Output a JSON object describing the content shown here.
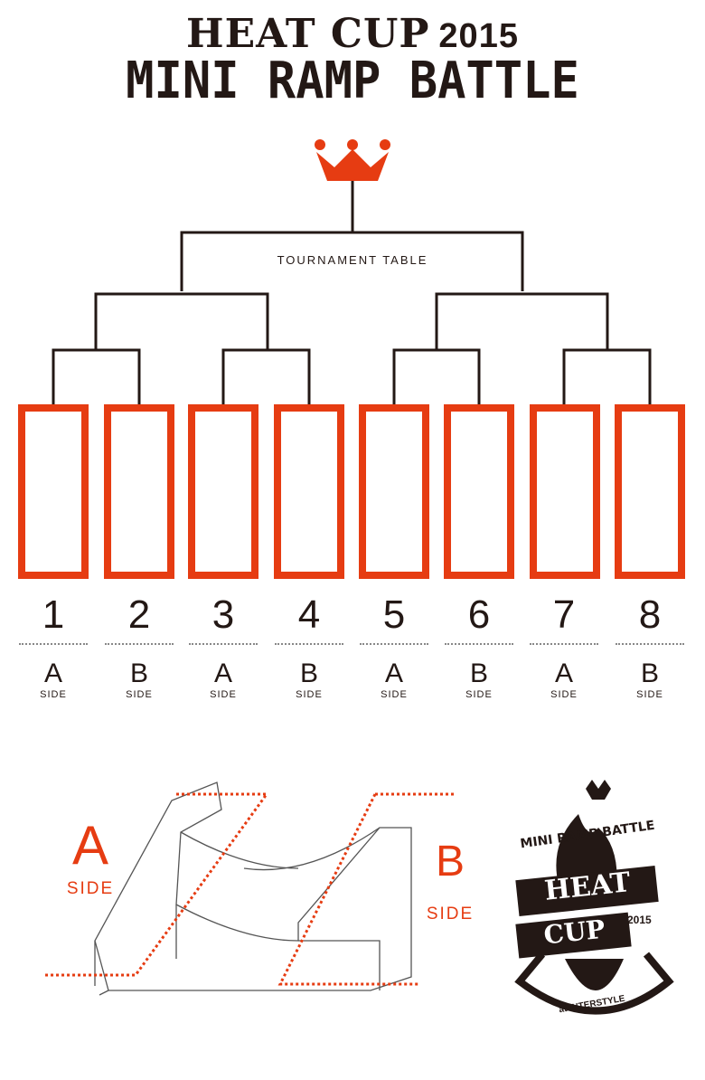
{
  "header": {
    "title_line1": "HEAT CUP",
    "year": "2015",
    "title_line2": "MINI RAMP BATTLE"
  },
  "bracket": {
    "label": "TOURNAMENT TABLE",
    "slots": [
      {
        "number": "1",
        "side": "A",
        "side_label": "SIDE"
      },
      {
        "number": "2",
        "side": "B",
        "side_label": "SIDE"
      },
      {
        "number": "3",
        "side": "A",
        "side_label": "SIDE"
      },
      {
        "number": "4",
        "side": "B",
        "side_label": "SIDE"
      },
      {
        "number": "5",
        "side": "A",
        "side_label": "SIDE"
      },
      {
        "number": "6",
        "side": "B",
        "side_label": "SIDE"
      },
      {
        "number": "7",
        "side": "A",
        "side_label": "SIDE"
      },
      {
        "number": "8",
        "side": "B",
        "side_label": "SIDE"
      }
    ]
  },
  "ramp": {
    "side_a_letter": "A",
    "side_a_label": "SIDE",
    "side_b_letter": "B",
    "side_b_label": "SIDE"
  },
  "logo": {
    "top": "MINI RAMP BATTLE",
    "heat": "HEAT",
    "cup": "CUP",
    "year": "2015",
    "bottom": "at INTERSTYLE"
  },
  "colors": {
    "accent": "#e63c12",
    "ink": "#231815"
  }
}
